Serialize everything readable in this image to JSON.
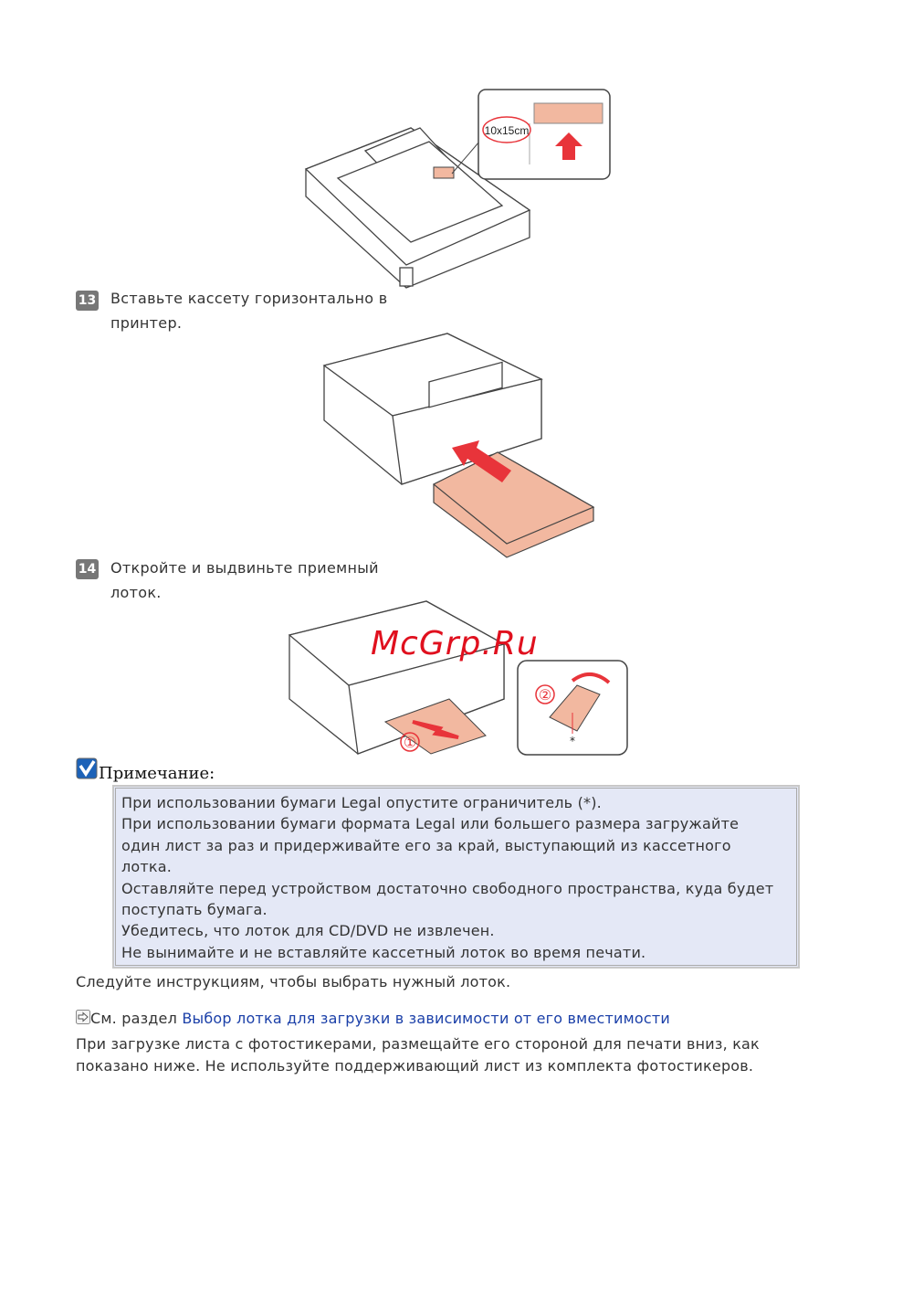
{
  "figures": {
    "fig1_label": "10x15cm",
    "fig3_markers": [
      "①",
      "②",
      "*"
    ]
  },
  "watermark": "McGrp.Ru",
  "steps": [
    {
      "number": "13",
      "text": "Вставьте кассету горизонтально в принтер."
    },
    {
      "number": "14",
      "text": "Откройте и выдвиньте приемный лоток."
    }
  ],
  "note": {
    "title": "Примечание:",
    "lines": [
      "При использовании бумаги Legal опустите ограничитель (*).",
      "При использовании бумаги формата Legal или большего размера загружайте",
      "один лист за раз и придерживайте его за край, выступающий из кассетного",
      "лотка.",
      "Оставляйте перед устройством достаточно свободного пространства, куда будет",
      "поступать бумага.",
      "Убедитесь, что лоток для CD/DVD не извлечен.",
      "Не вынимайте и не вставляйте кассетный лоток во время печати."
    ]
  },
  "follow_text": "Следуйте инструкциям, чтобы выбрать нужный лоток.",
  "see_also": {
    "prefix": "См. раздел ",
    "link": "Выбор лотка для загрузки в зависимости от его вместимости"
  },
  "photo_sticker_text": [
    "При загрузке листа с фотостикерами, размещайте его стороной для печати вниз, как",
    "показано ниже. Не используйте поддерживающий лист из комплекта фотостикеров."
  ],
  "colors": {
    "accent_pink": "#f2b8a0",
    "arrow_red": "#e8343a",
    "link": "#1a3fa8",
    "note_bg": "#e4e8f6"
  }
}
